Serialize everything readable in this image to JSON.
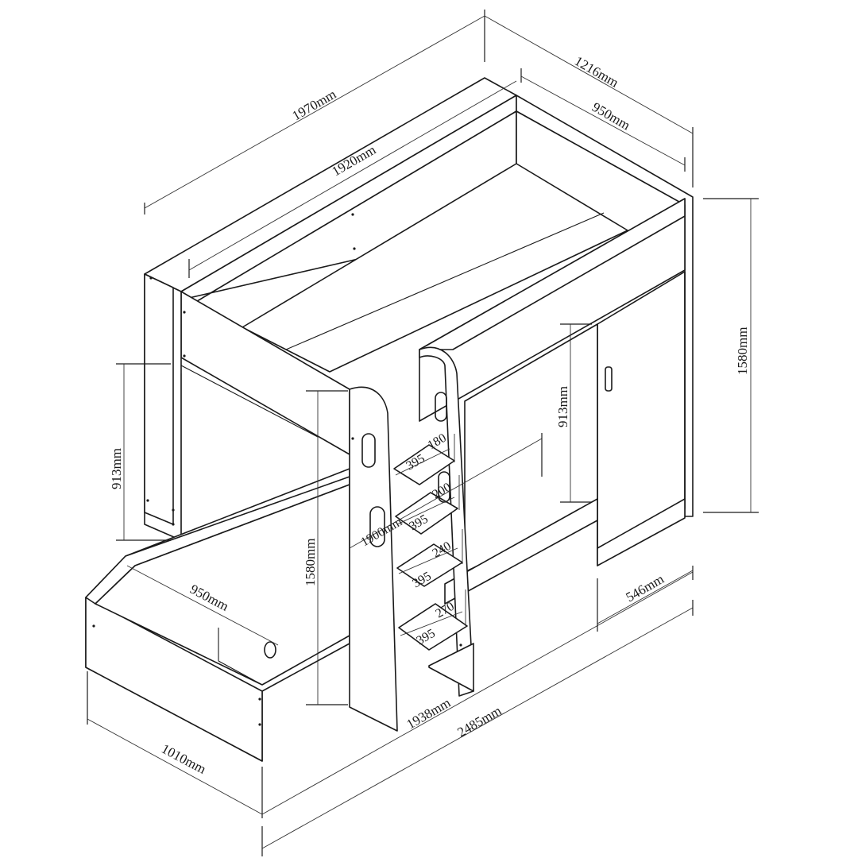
{
  "dimensions": {
    "overall_length_top": "1970mm",
    "inner_length_top": "1920mm",
    "overall_depth_top": "1216mm",
    "inner_depth_top": "950mm",
    "height_right": "1580mm",
    "clearance_right": "913mm",
    "clearance_left": "913mm",
    "height_ladder": "1580mm",
    "bed_depth_lower": "950mm",
    "lower_front_width": "1010mm",
    "lower_length": "1938mm",
    "overall_length_bottom": "2485mm",
    "wardrobe_depth": "546mm",
    "lower_inner_length": "1900mm"
  },
  "ladder": {
    "step_width": "395",
    "rise_1": "180",
    "rise_2": "200",
    "rise_3": "240",
    "rise_4": "270"
  }
}
